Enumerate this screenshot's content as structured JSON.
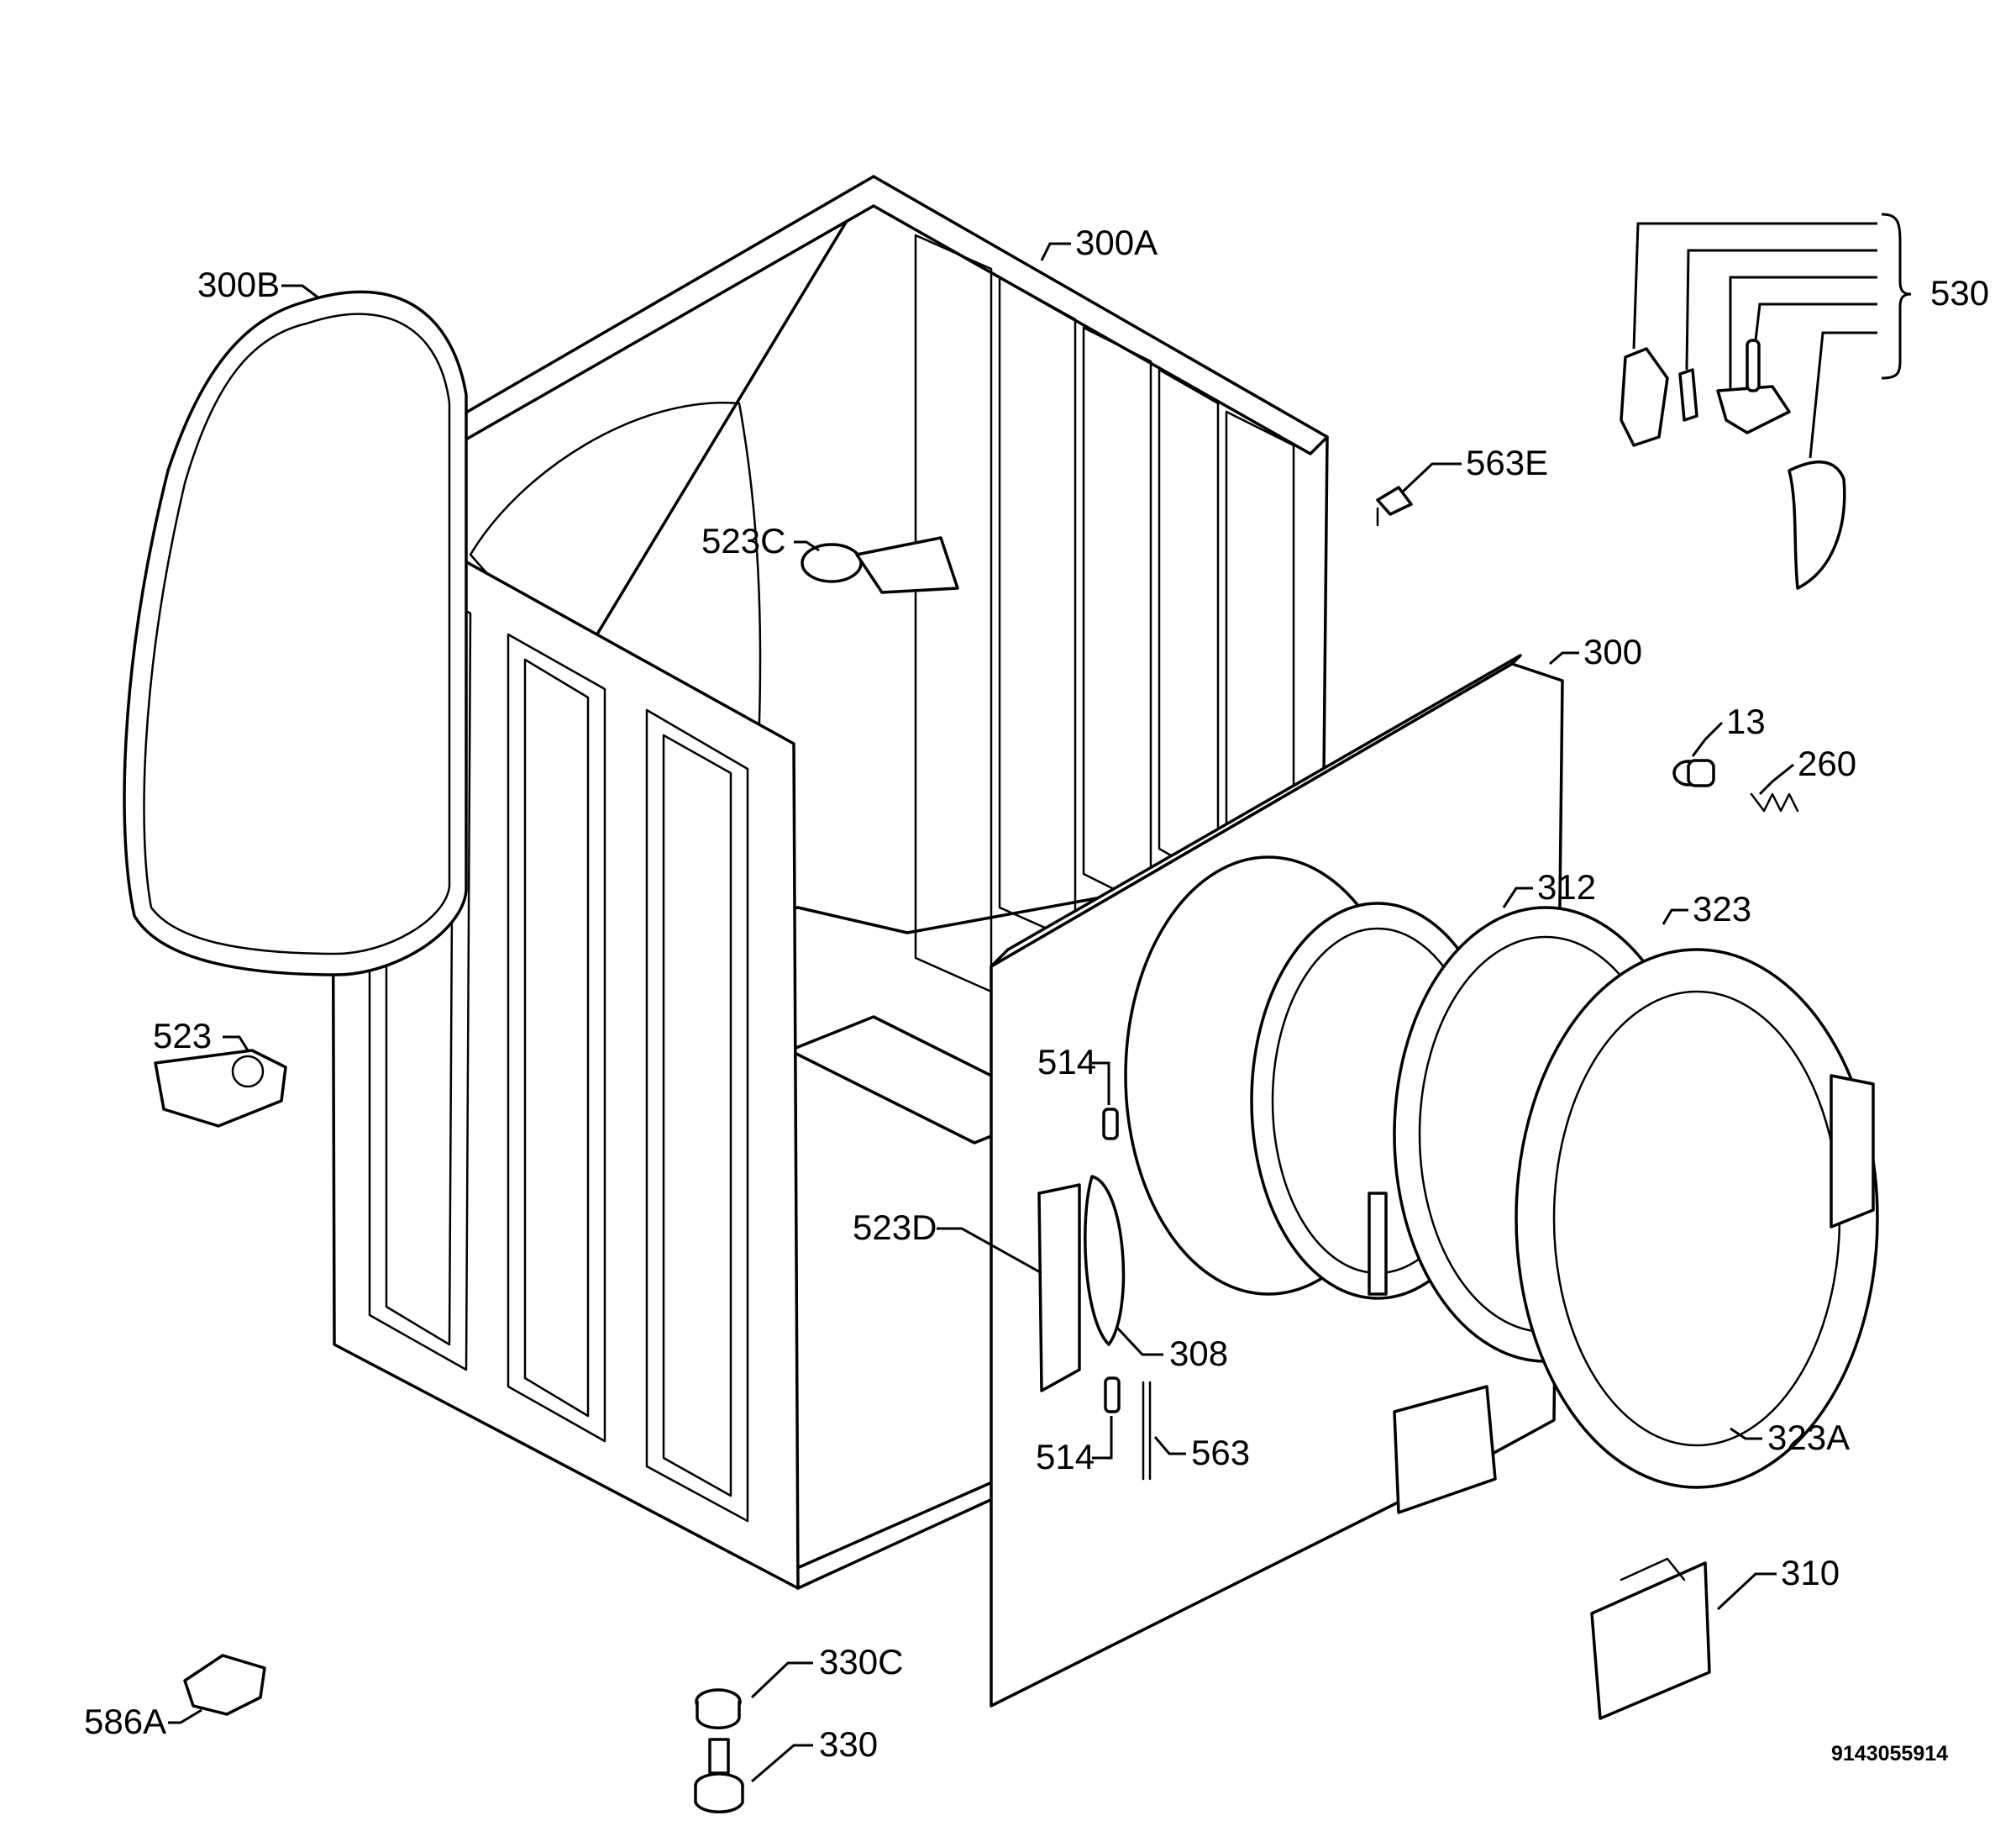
{
  "labels": {
    "l300B": "300B",
    "l300A": "300A",
    "l530": "530",
    "l563E": "563E",
    "l523C": "523C",
    "l300": "300",
    "l13": "13",
    "l260": "260",
    "l312": "312",
    "l323": "323",
    "l523": "523",
    "l514a": "514",
    "l523D": "523D",
    "l308": "308",
    "l514b": "514",
    "l563": "563",
    "l323A": "323A",
    "l310": "310",
    "l330C": "330C",
    "l586A": "586A",
    "l330": "330"
  },
  "document_id": "9143055914"
}
